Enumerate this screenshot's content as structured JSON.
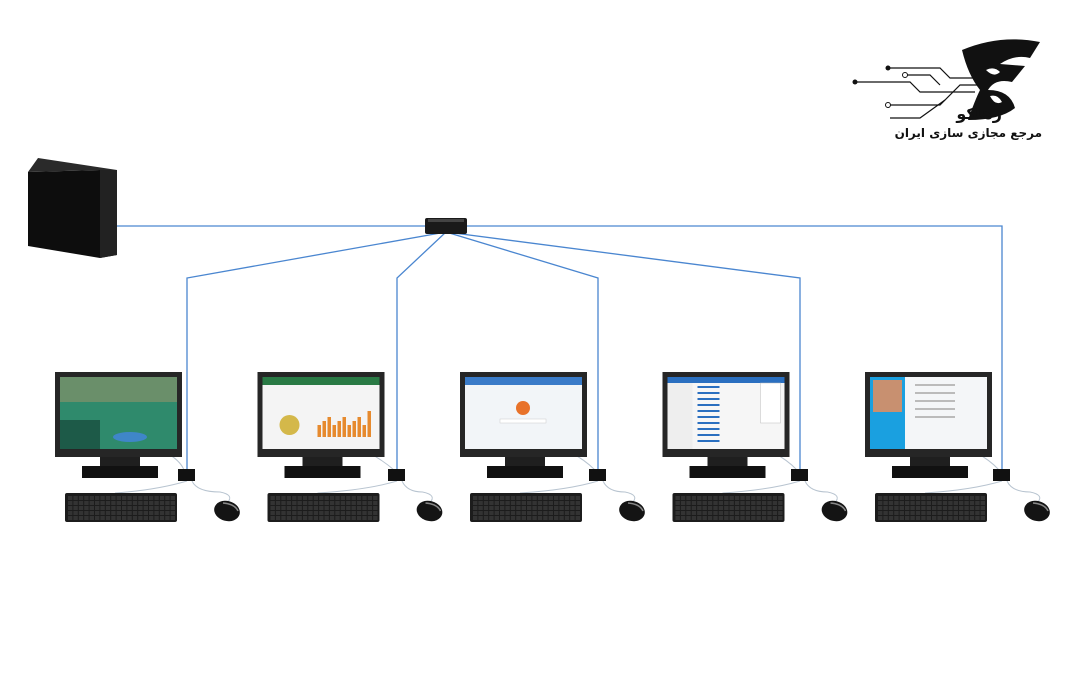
{
  "logo": {
    "name": "رهاکو",
    "tagline": "مرجع مجازی سازی ایران"
  },
  "colors": {
    "link": "#4a86d0",
    "device": "#1a1a1a",
    "background": "#ffffff"
  },
  "diagram": {
    "host": "server",
    "hub": "multipoint-hub",
    "stations": [
      {
        "screen": "landscape-wallpaper",
        "screen_colors": [
          "#6a8f6a",
          "#2f8a6c",
          "#1d5a48"
        ]
      },
      {
        "screen": "spreadsheet-charts",
        "screen_colors": [
          "#2a7a45",
          "#f4f4f4",
          "#e68a2e"
        ]
      },
      {
        "screen": "web-browser",
        "screen_colors": [
          "#3a7bc8",
          "#f2f5f8",
          "#e8722a"
        ]
      },
      {
        "screen": "email-client",
        "screen_colors": [
          "#2a6fc0",
          "#f6f6f6",
          "#999999"
        ]
      },
      {
        "screen": "video-call",
        "screen_colors": [
          "#1aa0e0",
          "#f4f6f8",
          "#c89070"
        ]
      }
    ]
  }
}
